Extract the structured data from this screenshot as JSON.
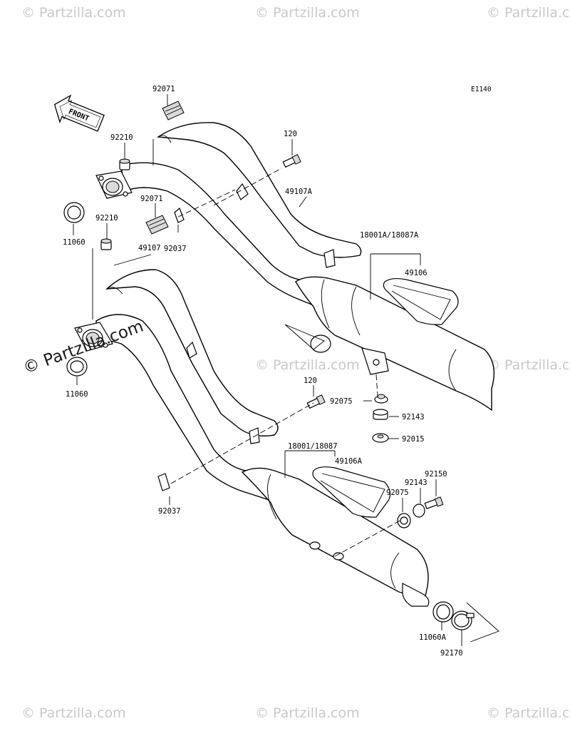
{
  "diagram_ref": "E1140",
  "front_label": "FRONT",
  "watermarks": {
    "small": "© Partzilla.com",
    "large": "© Partzilla.com"
  },
  "labels": {
    "p92071_top": "92071",
    "p92210_top": "92210",
    "p11060_top": "11060",
    "p120_top": "120",
    "p49107A": "49107A",
    "p92071_mid": "92071",
    "p92210_mid": "92210",
    "p92037_top": "92037",
    "p49107": "49107",
    "p18001A": "18001A/18087A",
    "p49106": "49106",
    "p11060_bot": "11060",
    "p120_bot": "120",
    "p92075_a": "92075",
    "p92143_a": "92143",
    "p92015": "92015",
    "p18001": "18001/18087",
    "p49106A": "49106A",
    "p92150": "92150",
    "p92143_b": "92143",
    "p92075_b": "92075",
    "p92037_bot": "92037",
    "p11060A": "11060A",
    "p92170": "92170"
  }
}
